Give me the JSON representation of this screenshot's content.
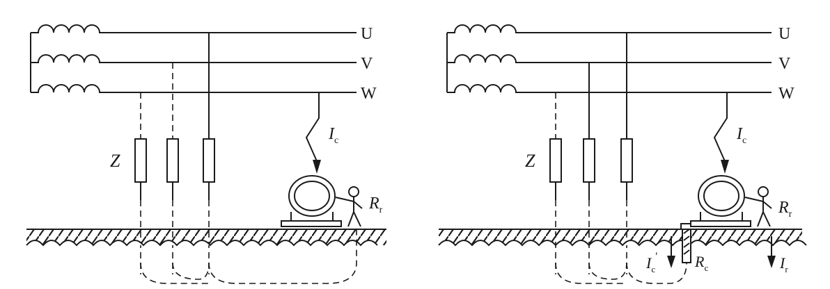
{
  "left_panel": {
    "phases": [
      "U",
      "V",
      "W"
    ],
    "impedance_label": "Z",
    "fault_current": {
      "main": "I",
      "sub": "c"
    },
    "body_resistance": {
      "main": "R",
      "sub": "r"
    }
  },
  "right_panel": {
    "phases": [
      "U",
      "V",
      "W"
    ],
    "impedance_label": "Z",
    "fault_current": {
      "main": "I",
      "sub": "c"
    },
    "body_resistance": {
      "main": "R",
      "sub": "r"
    },
    "ground_current": {
      "main": "I",
      "sub": "c",
      "prime": "′"
    },
    "ground_resistance": {
      "main": "R",
      "sub": "c"
    },
    "body_current": {
      "main": "I",
      "sub": "r"
    }
  }
}
